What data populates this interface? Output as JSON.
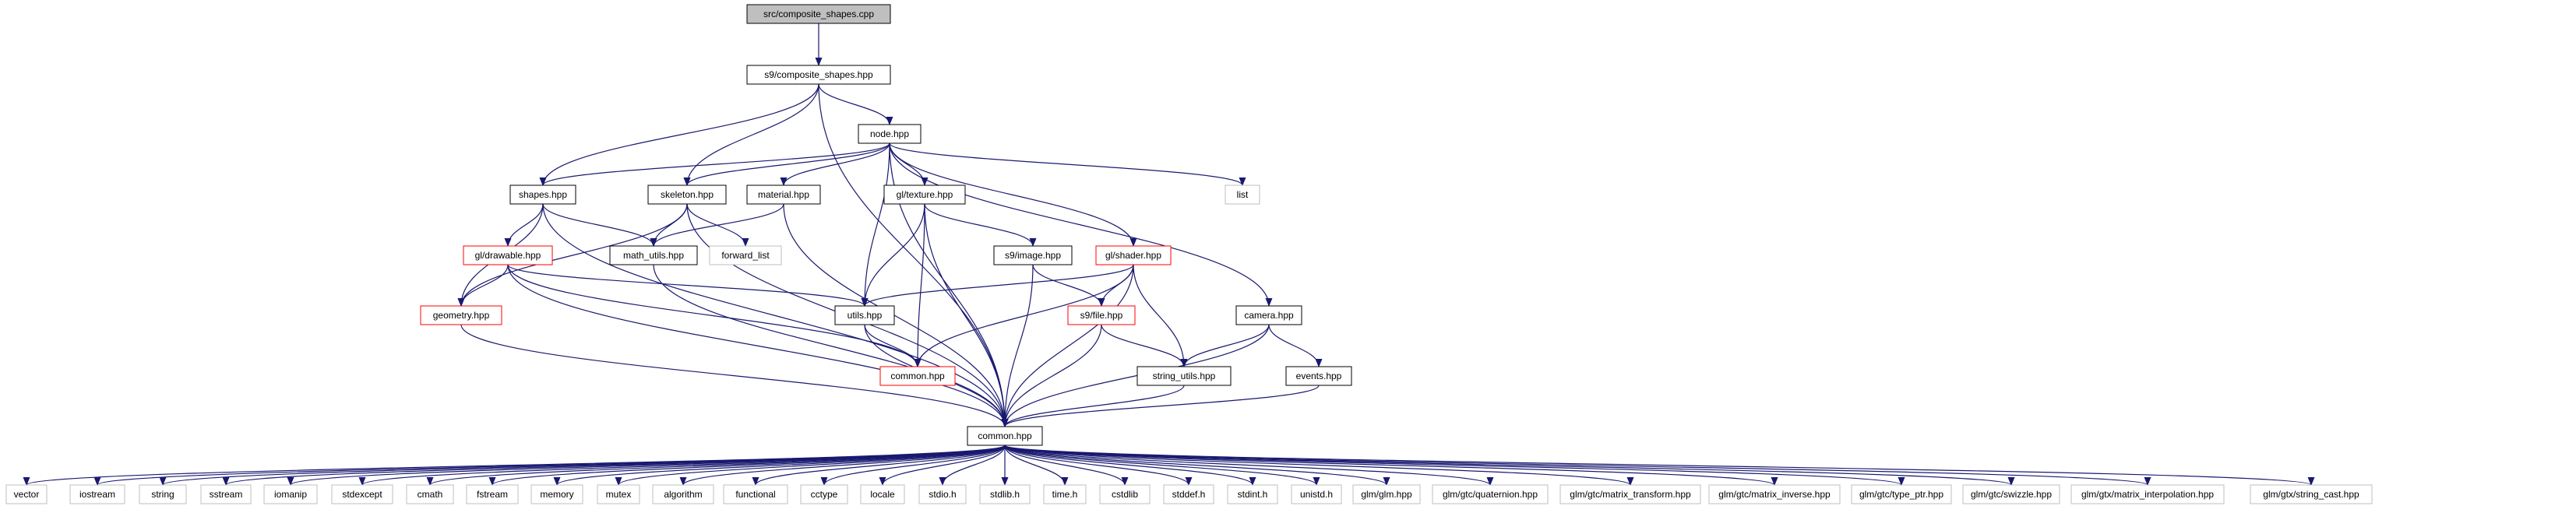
{
  "title": "src/composite_shapes.cpp",
  "colors": {
    "root_fill": "#bfbfbf",
    "normal_border": "#000000",
    "truncated_border": "#ff0000",
    "external_border": "#bfbfbf",
    "edge": "#191970"
  },
  "nodes": [
    {
      "id": "root",
      "label": "src/composite_shapes.cpp",
      "kind": "root"
    },
    {
      "id": "composite",
      "label": "s9/composite_shapes.hpp",
      "kind": "normal"
    },
    {
      "id": "node",
      "label": "node.hpp",
      "kind": "normal"
    },
    {
      "id": "shapes",
      "label": "shapes.hpp",
      "kind": "normal"
    },
    {
      "id": "skeleton",
      "label": "skeleton.hpp",
      "kind": "normal"
    },
    {
      "id": "material",
      "label": "material.hpp",
      "kind": "normal"
    },
    {
      "id": "gltexture",
      "label": "gl/texture.hpp",
      "kind": "normal"
    },
    {
      "id": "list",
      "label": "list",
      "kind": "external"
    },
    {
      "id": "gldrawable",
      "label": "gl/drawable.hpp",
      "kind": "truncated"
    },
    {
      "id": "mathutils",
      "label": "math_utils.hpp",
      "kind": "normal"
    },
    {
      "id": "forwardlist",
      "label": "forward_list",
      "kind": "external"
    },
    {
      "id": "s9image",
      "label": "s9/image.hpp",
      "kind": "normal"
    },
    {
      "id": "glshader",
      "label": "gl/shader.hpp",
      "kind": "truncated"
    },
    {
      "id": "geometry",
      "label": "geometry.hpp",
      "kind": "truncated"
    },
    {
      "id": "utils",
      "label": "utils.hpp",
      "kind": "normal"
    },
    {
      "id": "s9file",
      "label": "s9/file.hpp",
      "kind": "truncated"
    },
    {
      "id": "camera",
      "label": "camera.hpp",
      "kind": "normal"
    },
    {
      "id": "commonred",
      "label": "common.hpp",
      "kind": "truncated"
    },
    {
      "id": "stringutils",
      "label": "string_utils.hpp",
      "kind": "normal"
    },
    {
      "id": "events",
      "label": "events.hpp",
      "kind": "normal"
    },
    {
      "id": "common",
      "label": "common.hpp",
      "kind": "normal"
    },
    {
      "id": "vector",
      "label": "vector",
      "kind": "external"
    },
    {
      "id": "iostream",
      "label": "iostream",
      "kind": "external"
    },
    {
      "id": "string",
      "label": "string",
      "kind": "external"
    },
    {
      "id": "sstream",
      "label": "sstream",
      "kind": "external"
    },
    {
      "id": "iomanip",
      "label": "iomanip",
      "kind": "external"
    },
    {
      "id": "stdexcept",
      "label": "stdexcept",
      "kind": "external"
    },
    {
      "id": "cmath",
      "label": "cmath",
      "kind": "external"
    },
    {
      "id": "fstream",
      "label": "fstream",
      "kind": "external"
    },
    {
      "id": "memory",
      "label": "memory",
      "kind": "external"
    },
    {
      "id": "mutex",
      "label": "mutex",
      "kind": "external"
    },
    {
      "id": "algorithm",
      "label": "algorithm",
      "kind": "external"
    },
    {
      "id": "functional",
      "label": "functional",
      "kind": "external"
    },
    {
      "id": "cctype",
      "label": "cctype",
      "kind": "external"
    },
    {
      "id": "locale",
      "label": "locale",
      "kind": "external"
    },
    {
      "id": "stdioh",
      "label": "stdio.h",
      "kind": "external"
    },
    {
      "id": "stdlibh",
      "label": "stdlib.h",
      "kind": "external"
    },
    {
      "id": "timeh",
      "label": "time.h",
      "kind": "external"
    },
    {
      "id": "cstdlib",
      "label": "cstdlib",
      "kind": "external"
    },
    {
      "id": "stddefh",
      "label": "stddef.h",
      "kind": "external"
    },
    {
      "id": "stdinth",
      "label": "stdint.h",
      "kind": "external"
    },
    {
      "id": "unistdh",
      "label": "unistd.h",
      "kind": "external"
    },
    {
      "id": "glmglm",
      "label": "glm/glm.hpp",
      "kind": "external"
    },
    {
      "id": "glmquat",
      "label": "glm/gtc/quaternion.hpp",
      "kind": "external"
    },
    {
      "id": "glmmt",
      "label": "glm/gtc/matrix_transform.hpp",
      "kind": "external"
    },
    {
      "id": "glmmi",
      "label": "glm/gtc/matrix_inverse.hpp",
      "kind": "external"
    },
    {
      "id": "glmtp",
      "label": "glm/gtc/type_ptr.hpp",
      "kind": "external"
    },
    {
      "id": "glmsw",
      "label": "glm/gtc/swizzle.hpp",
      "kind": "external"
    },
    {
      "id": "glmmint",
      "label": "glm/gtx/matrix_interpolation.hpp",
      "kind": "external"
    },
    {
      "id": "glmsc",
      "label": "glm/gtx/string_cast.hpp",
      "kind": "external"
    }
  ],
  "edges": [
    [
      "root",
      "composite"
    ],
    [
      "composite",
      "node"
    ],
    [
      "composite",
      "shapes"
    ],
    [
      "composite",
      "skeleton"
    ],
    [
      "composite",
      "common"
    ],
    [
      "node",
      "shapes"
    ],
    [
      "node",
      "skeleton"
    ],
    [
      "node",
      "material"
    ],
    [
      "node",
      "gltexture"
    ],
    [
      "node",
      "list"
    ],
    [
      "node",
      "utils"
    ],
    [
      "node",
      "glshader"
    ],
    [
      "node",
      "camera"
    ],
    [
      "node",
      "common"
    ],
    [
      "shapes",
      "gldrawable"
    ],
    [
      "shapes",
      "mathutils"
    ],
    [
      "shapes",
      "geometry"
    ],
    [
      "shapes",
      "common"
    ],
    [
      "skeleton",
      "mathutils"
    ],
    [
      "skeleton",
      "forwardlist"
    ],
    [
      "skeleton",
      "geometry"
    ],
    [
      "skeleton",
      "common"
    ],
    [
      "material",
      "mathutils"
    ],
    [
      "material",
      "common"
    ],
    [
      "gltexture",
      "s9image"
    ],
    [
      "gltexture",
      "utils"
    ],
    [
      "gltexture",
      "commonred"
    ],
    [
      "gltexture",
      "common"
    ],
    [
      "gldrawable",
      "geometry"
    ],
    [
      "gldrawable",
      "utils"
    ],
    [
      "gldrawable",
      "commonred"
    ],
    [
      "gldrawable",
      "common"
    ],
    [
      "mathutils",
      "common"
    ],
    [
      "s9image",
      "s9file"
    ],
    [
      "s9image",
      "common"
    ],
    [
      "glshader",
      "utils"
    ],
    [
      "glshader",
      "s9file"
    ],
    [
      "glshader",
      "commonred"
    ],
    [
      "glshader",
      "stringutils"
    ],
    [
      "glshader",
      "common"
    ],
    [
      "geometry",
      "common"
    ],
    [
      "utils",
      "commonred"
    ],
    [
      "utils",
      "common"
    ],
    [
      "s9file",
      "stringutils"
    ],
    [
      "s9file",
      "common"
    ],
    [
      "camera",
      "stringutils"
    ],
    [
      "camera",
      "events"
    ],
    [
      "camera",
      "common"
    ],
    [
      "stringutils",
      "common"
    ],
    [
      "events",
      "common"
    ],
    [
      "common",
      "vector"
    ],
    [
      "common",
      "iostream"
    ],
    [
      "common",
      "string"
    ],
    [
      "common",
      "sstream"
    ],
    [
      "common",
      "iomanip"
    ],
    [
      "common",
      "stdexcept"
    ],
    [
      "common",
      "cmath"
    ],
    [
      "common",
      "fstream"
    ],
    [
      "common",
      "memory"
    ],
    [
      "common",
      "mutex"
    ],
    [
      "common",
      "algorithm"
    ],
    [
      "common",
      "functional"
    ],
    [
      "common",
      "cctype"
    ],
    [
      "common",
      "locale"
    ],
    [
      "common",
      "stdioh"
    ],
    [
      "common",
      "stdlibh"
    ],
    [
      "common",
      "timeh"
    ],
    [
      "common",
      "cstdlib"
    ],
    [
      "common",
      "stddefh"
    ],
    [
      "common",
      "stdinth"
    ],
    [
      "common",
      "unistdh"
    ],
    [
      "common",
      "glmglm"
    ],
    [
      "common",
      "glmquat"
    ],
    [
      "common",
      "glmmt"
    ],
    [
      "common",
      "glmmi"
    ],
    [
      "common",
      "glmtp"
    ],
    [
      "common",
      "glmsw"
    ],
    [
      "common",
      "glmmint"
    ],
    [
      "common",
      "glmsc"
    ]
  ]
}
